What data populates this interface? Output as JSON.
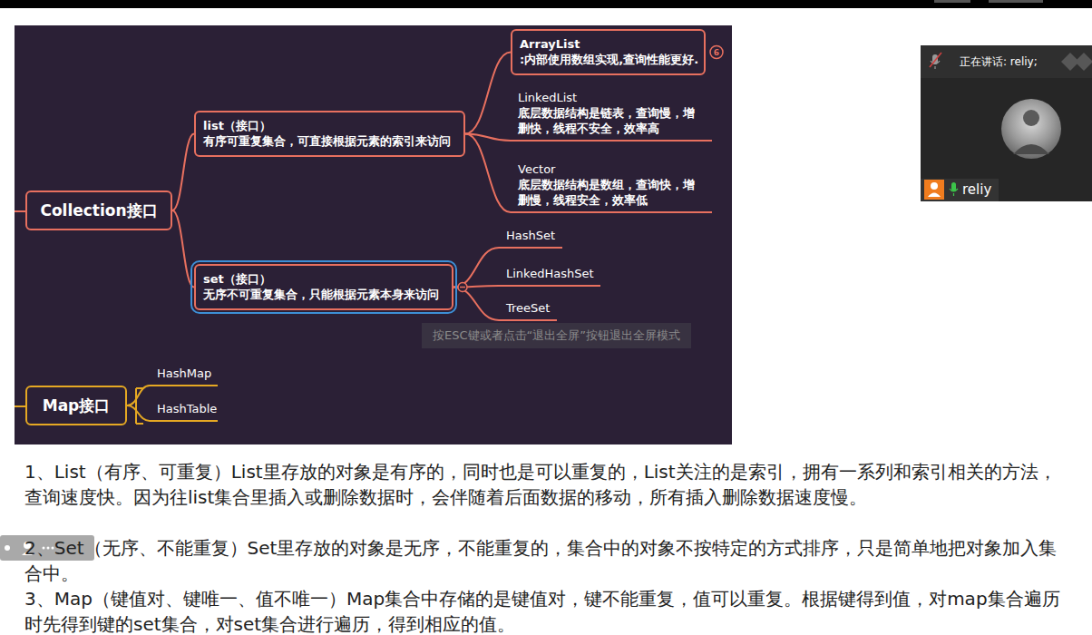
{
  "diagram": {
    "nodes": [
      {
        "text": [
          "Collection接口"
        ]
      },
      {
        "text": [
          "list（接口）",
          "有序可重复集合，可直接根据元素的索引来访问"
        ]
      },
      {
        "text": [
          "ArrayList",
          ":内部使用数组实现,查询性能更好."
        ]
      },
      {
        "text": [
          "LinkedList",
          "底层数据结构是链表，查询慢，增删快，线程不安全，效率高"
        ]
      },
      {
        "text": [
          "Vector",
          "底层数据结构是数组，查询快，增删慢，线程安全，效率低"
        ]
      },
      {
        "text": [
          "set（接口）",
          "无序不可重复集合，只能根据元素本身来访问"
        ]
      },
      {
        "text": [
          "HashSet"
        ]
      },
      {
        "text": [
          "LinkedHashSet"
        ]
      },
      {
        "text": [
          "TreeSet"
        ]
      },
      {
        "text": [
          "Map接口"
        ]
      },
      {
        "text": [
          "HashMap"
        ]
      },
      {
        "text": [
          "HashTable"
        ]
      }
    ],
    "edges": [
      {
        "from": 0,
        "to": 1,
        "arrow": "none"
      },
      {
        "from": 0,
        "to": 5,
        "arrow": "none"
      },
      {
        "from": 1,
        "to": 2,
        "arrow": "none"
      },
      {
        "from": 1,
        "to": 3,
        "arrow": "none"
      },
      {
        "from": 1,
        "to": 4,
        "arrow": "none"
      },
      {
        "from": 5,
        "to": 6,
        "arrow": "none"
      },
      {
        "from": 5,
        "to": 7,
        "arrow": "none"
      },
      {
        "from": 5,
        "to": 8,
        "arrow": "none"
      },
      {
        "from": 9,
        "to": 10,
        "arrow": "none"
      },
      {
        "from": 9,
        "to": 11,
        "arrow": "none"
      }
    ],
    "labels": [
      "6",
      "按ESC键或者点击“退出全屏”按钮退出全屏模式",
      "正在讲话: reliy;",
      "reliy",
      "1、List（有序、可重复）List里存放的对象是有序的，同时也是可以重复的，List关注的是索引，拥有一系列和索引相关的方法，查询速度快。因为往list集合里插入或删除数据时，会伴随着后面数据的移动，所有插入删除数据速度慢。",
      "2、Set（无序、不能重复）Set里存放的对象是无序，不能重复的，集合中的对象不按特定的方式排序，只是简单地把对象加入集合中。",
      "3、Map（键值对、键唯一、值不唯一）Map集合中存储的是键值对，键不能重复，值可以重复。根据键得到值，对map集合遍历时先得到键的set集合，对set集合进行遍历，得到相应的值。"
    ]
  }
}
